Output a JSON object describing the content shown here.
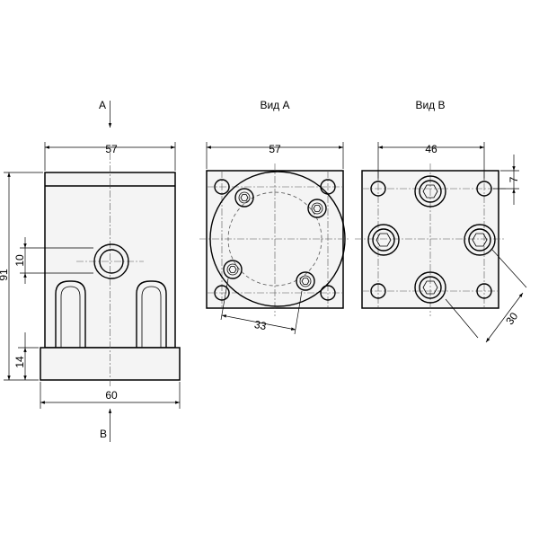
{
  "labels": {
    "arrow_a": "A",
    "arrow_b": "B",
    "view_a_title": "Вид A",
    "view_b_title": "Вид B"
  },
  "dimensions": {
    "front_width_top": "57",
    "front_width_base": "60",
    "front_height_total": "91",
    "front_base_height": "14",
    "front_hole": "10",
    "view_a_width": "57",
    "view_a_bolt_spacing": "33",
    "view_b_width": "46",
    "view_b_edge_offset": "7",
    "view_b_diagonal": "30"
  }
}
